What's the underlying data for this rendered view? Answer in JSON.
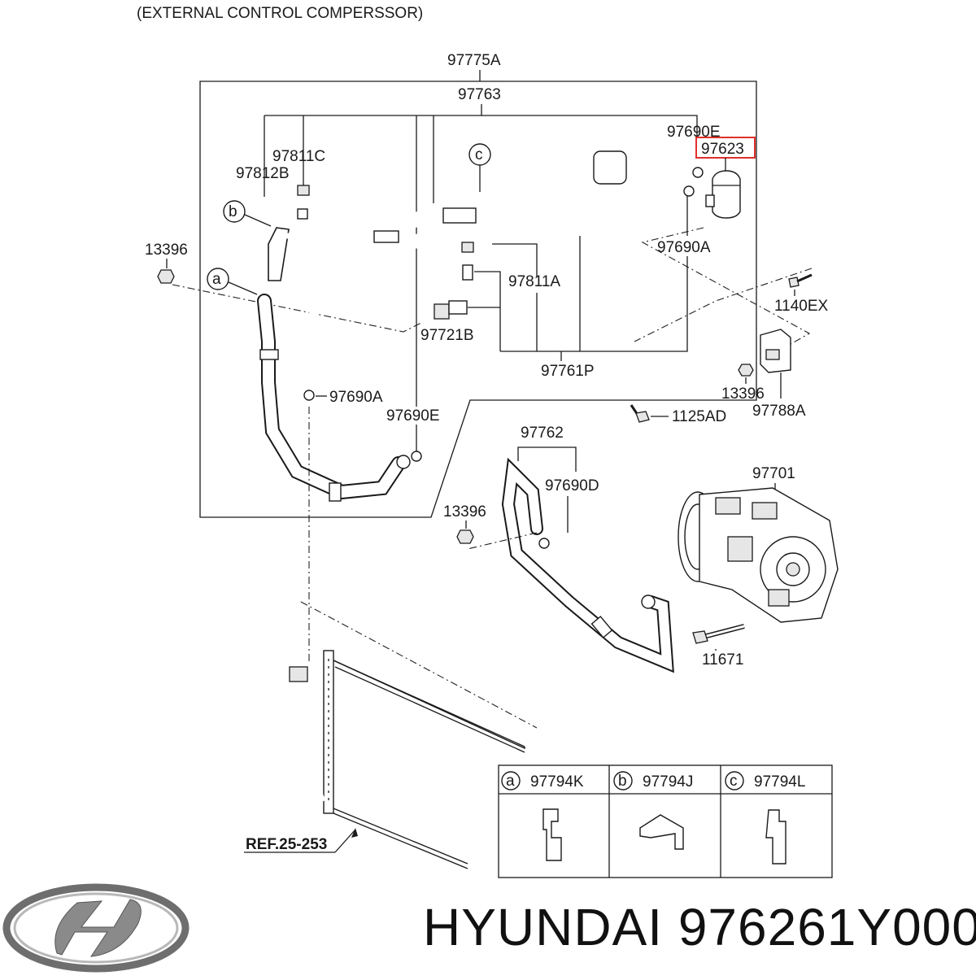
{
  "diagram": {
    "header": "(EXTERNAL CONTROL COMPERSSOR)",
    "labels": {
      "p97775A": "97775A",
      "p97763": "97763",
      "p97690E_top": "97690E",
      "p97623": "97623",
      "p97811C": "97811C",
      "p97812B": "97812B",
      "p13396_left": "13396",
      "p97690A_right": "97690A",
      "p97811A": "97811A",
      "p1140EX": "1140EX",
      "p97721B": "97721B",
      "p97761P": "97761P",
      "p13396_right": "13396",
      "p97788A": "97788A",
      "p97690A_mid": "97690A",
      "p97690E_mid": "97690E",
      "p1125AD": "1125AD",
      "p97762": "97762",
      "p97690D": "97690D",
      "p97701": "97701",
      "p13396_mid": "13396",
      "p11671": "11671",
      "ref": "REF.25-253"
    },
    "callouts": {
      "a": "a",
      "b": "b",
      "c": "c"
    },
    "highlight_color": "#e0302a",
    "legend": [
      {
        "key": "a",
        "part": "97794K"
      },
      {
        "key": "b",
        "part": "97794J"
      },
      {
        "key": "c",
        "part": "97794L"
      }
    ]
  },
  "brand": {
    "logo_icon": "hyundai-logo-icon",
    "text": "HYUNDAI 976261Y000"
  }
}
